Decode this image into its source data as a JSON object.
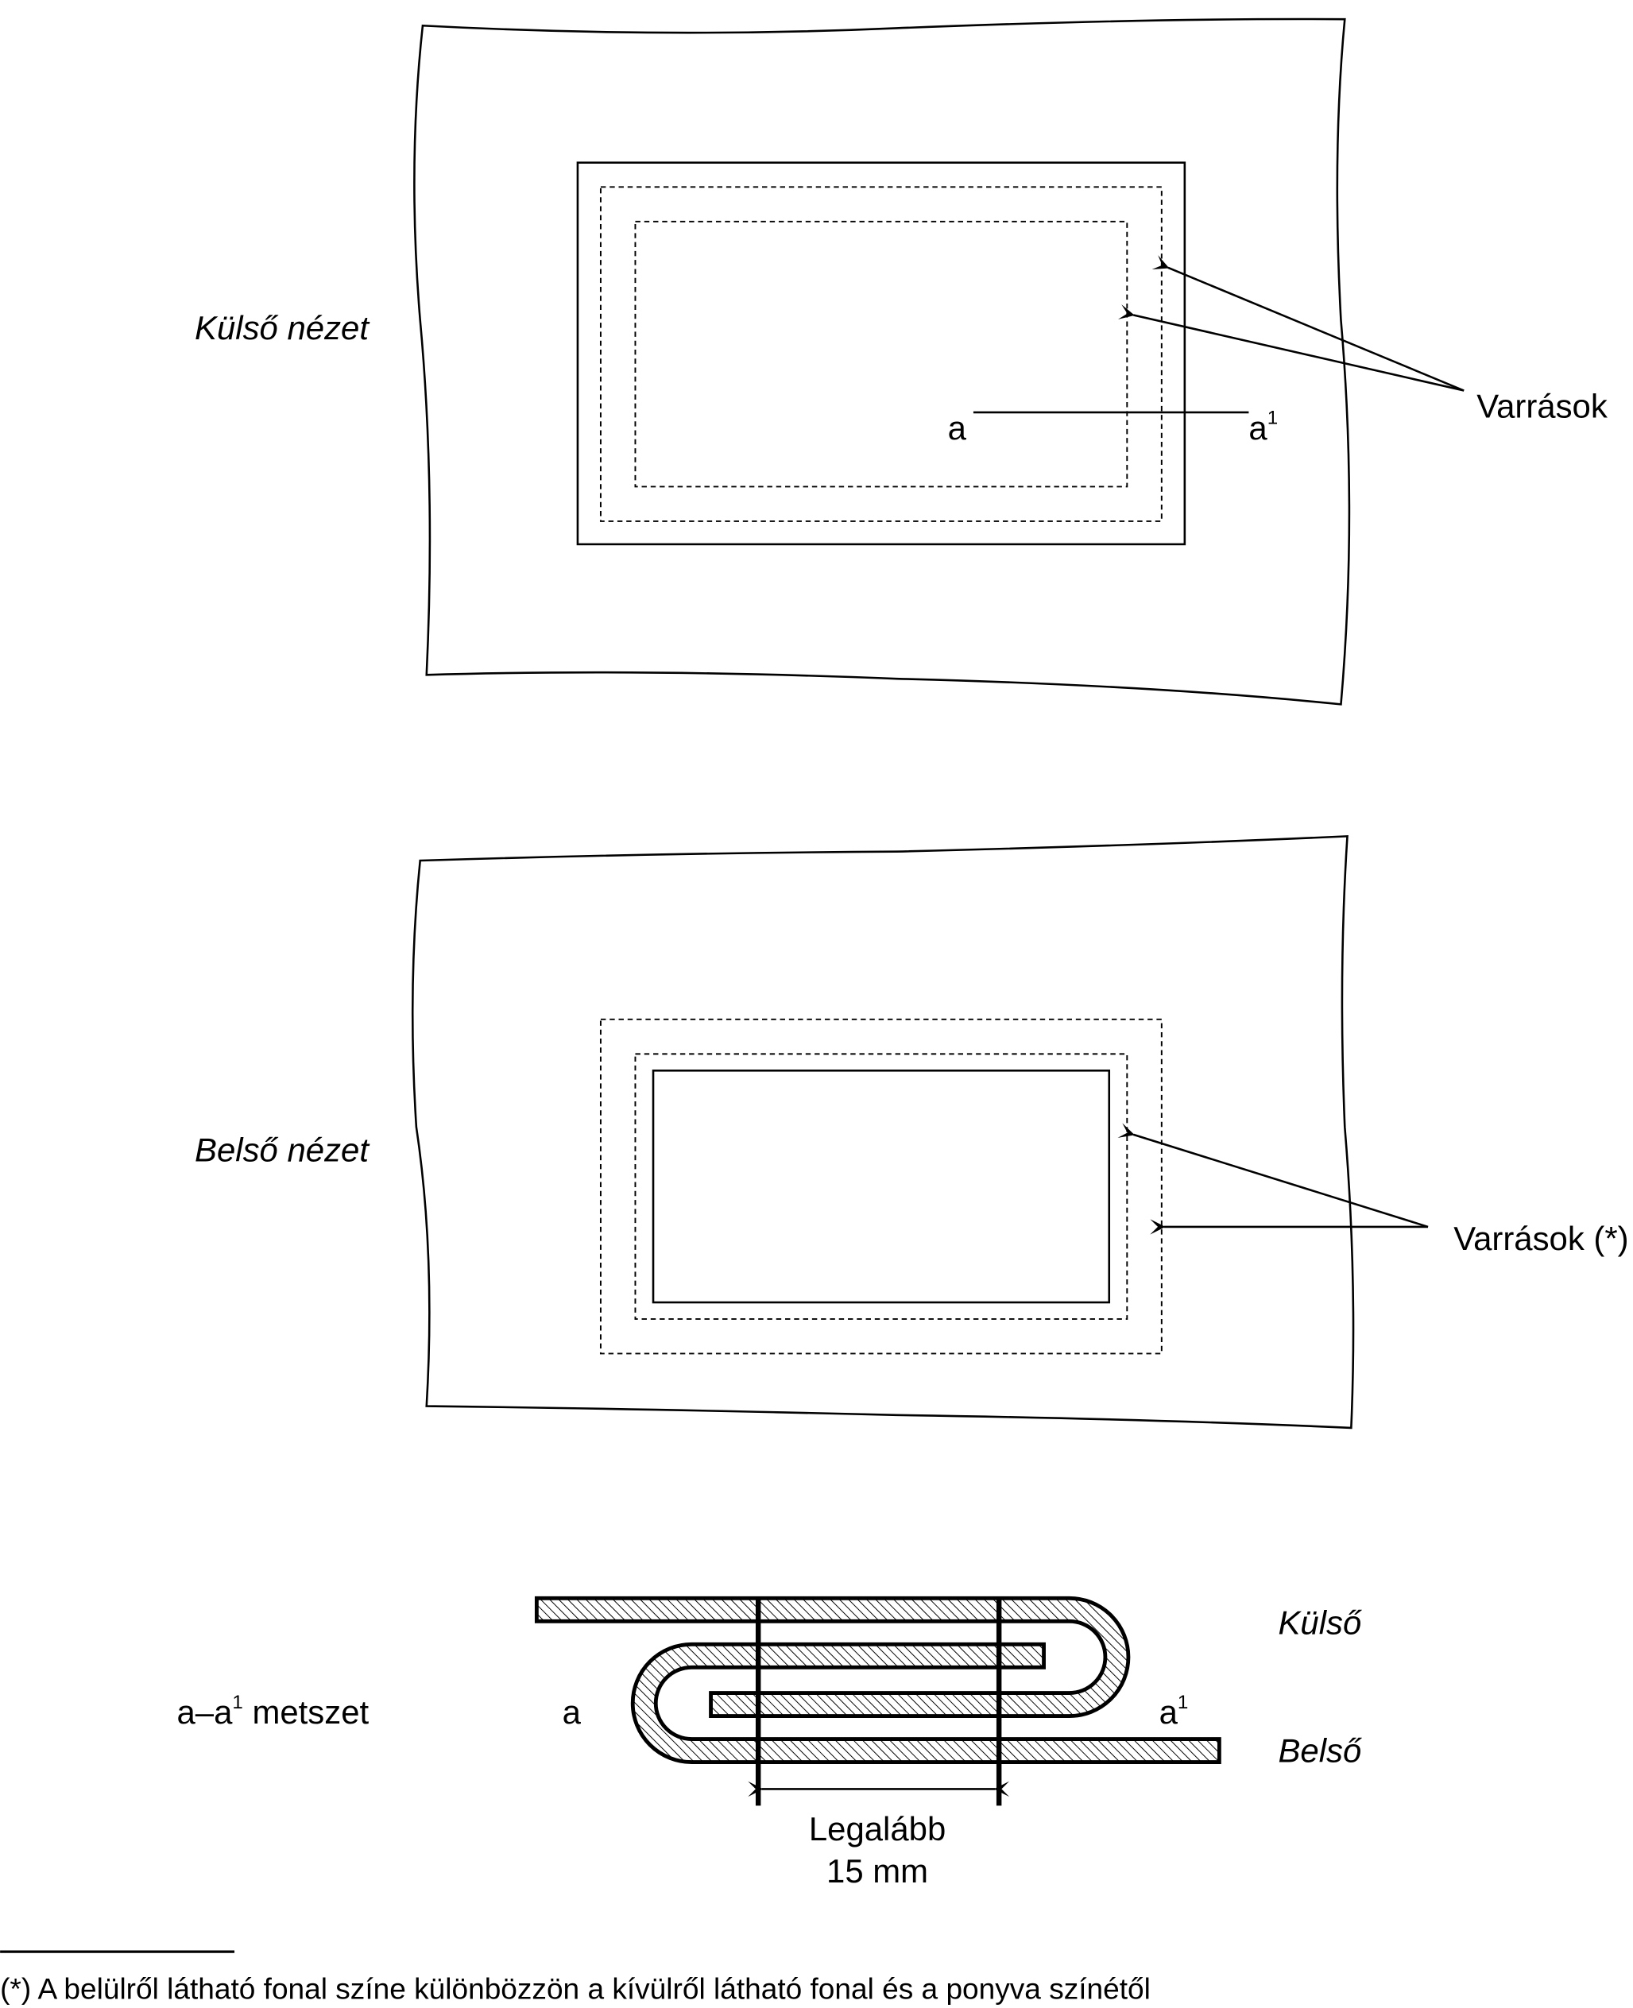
{
  "exterior_view": {
    "label": "Külső nézet",
    "seams_label": "Varrások",
    "section_start": "a",
    "section_end": "a",
    "section_end_sup": "1"
  },
  "interior_view": {
    "label": "Belső nézet",
    "seams_label": "Varrások (*)"
  },
  "section": {
    "label_prefix": "a–a",
    "label_sup": "1",
    "label_suffix": " metszet",
    "left": "a",
    "right": "a",
    "right_sup": "1",
    "outer": "Külső",
    "inner": "Belső",
    "dimension_line1": "Legalább",
    "dimension_line2": "15 mm"
  },
  "footnote": "(*)  A belülről látható fonal színe különbözzön a kívülről látható fonal és a ponyva színétől"
}
